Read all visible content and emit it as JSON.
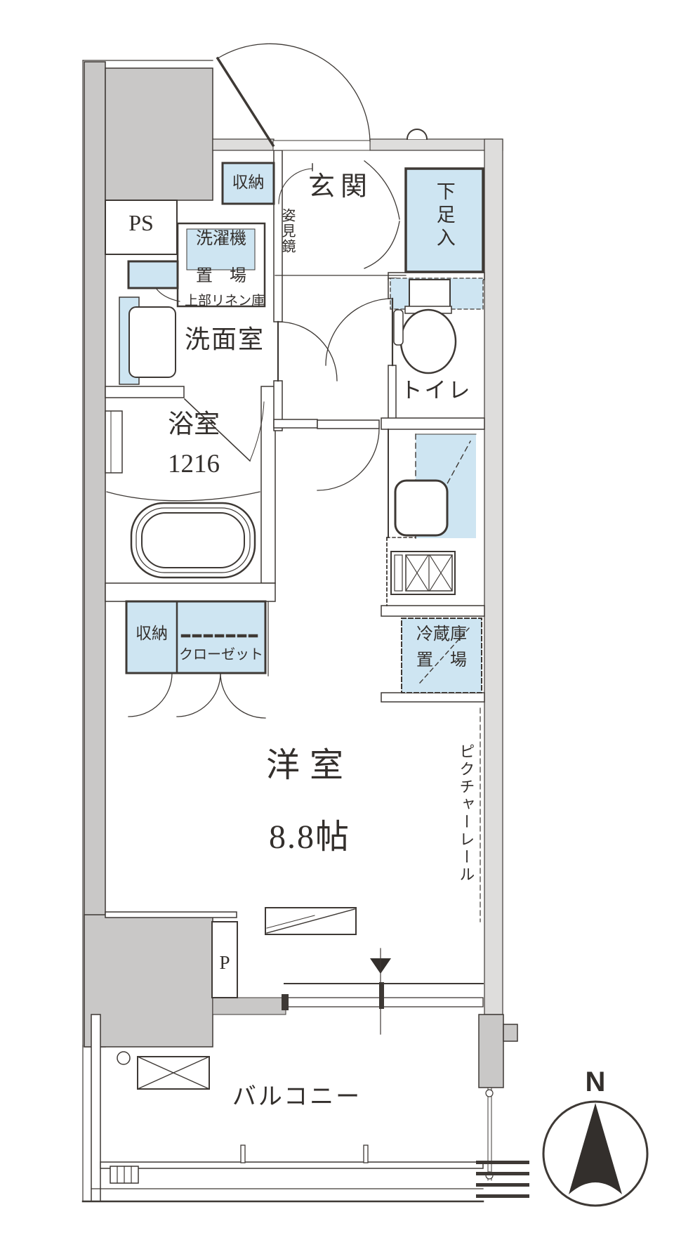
{
  "title": "floor-plan",
  "labels": {
    "genkan": "玄関",
    "mirror": "姿見鏡",
    "shoe_cabinet": "下足入",
    "ps": "PS",
    "storage_upper": "収納",
    "washer_l1": "洗濯機",
    "washer_l2": "置　場",
    "linen": "上部リネン庫",
    "washroom": "洗面室",
    "toilet": "トイレ",
    "bath": "浴室",
    "bath_size": "1216",
    "storage_lower": "収納",
    "closet": "クローゼット",
    "fridge_l1": "冷蔵庫",
    "fridge_l2": "置　場",
    "room": "洋室",
    "room_size": "8.8帖",
    "picture_rail": "ピクチャーレール",
    "pillar": "P",
    "balcony": "バルコニー",
    "compass_north": "N"
  },
  "colors": {
    "line": "#3e3935",
    "text": "#332f2c",
    "fixture_blue": "#cee5f2",
    "wall_gray": "#c9c8c7",
    "band_gray": "#dedddc",
    "background": "#ffffff"
  }
}
